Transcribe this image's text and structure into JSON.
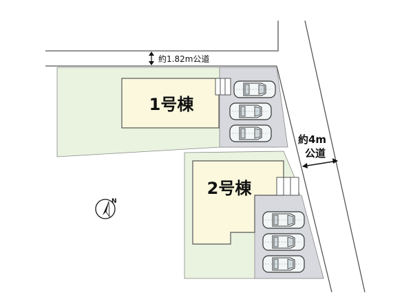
{
  "plan": {
    "buildings": [
      {
        "name": "1号棟"
      },
      {
        "name": "2号棟"
      }
    ],
    "roads": {
      "north": {
        "label": "約1.82m公道"
      },
      "east": {
        "label_line1": "約4m",
        "label_line2": "公道"
      }
    },
    "compass": {
      "letter": "N"
    },
    "parking": [
      {
        "lot": "1号棟",
        "cars": 3
      },
      {
        "lot": "2号棟",
        "cars": 3
      }
    ],
    "colors": {
      "garden": "#e9f3df",
      "building": "#fbf8de",
      "driveway": "#d8d9de",
      "road": "#ffffff",
      "outline": "#555555",
      "car": "#f2f6f7"
    }
  }
}
